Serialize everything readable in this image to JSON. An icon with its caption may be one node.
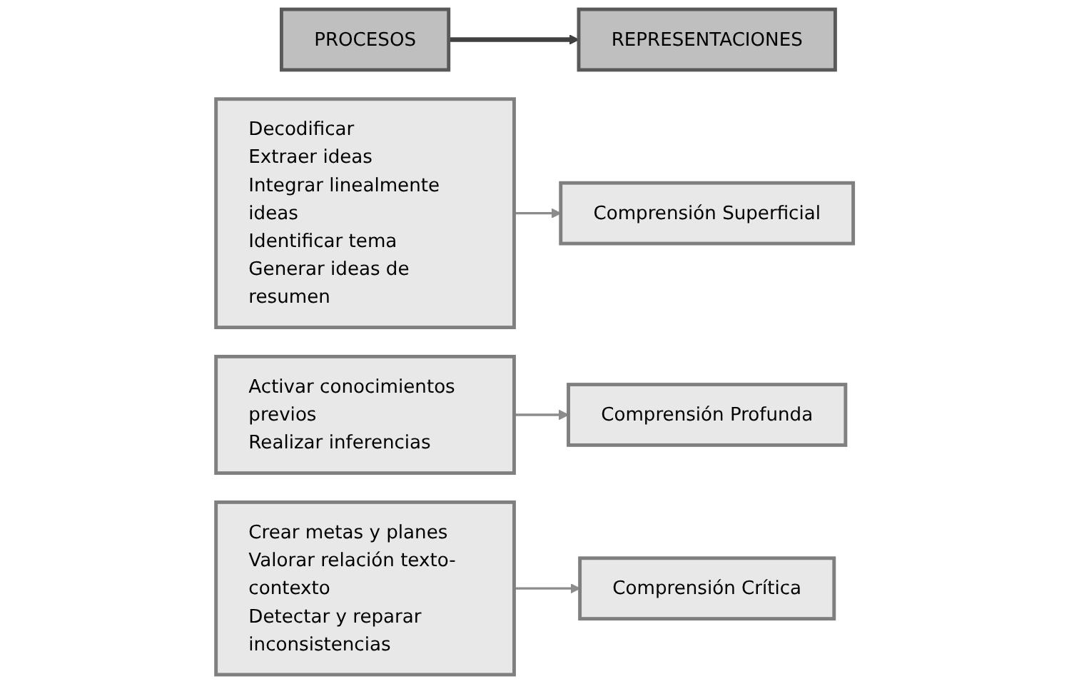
{
  "diagram": {
    "nodes": [
      {
        "text": [
          "PROCESOS"
        ]
      },
      {
        "text": [
          "REPRESENTACIONES"
        ]
      },
      {
        "text": [
          "Decodificar",
          "Extraer ideas",
          "Integrar linealmente ideas",
          "Identificar tema",
          "Generar ideas de resumen"
        ]
      },
      {
        "text": [
          "Comprensión Superficial"
        ]
      },
      {
        "text": [
          "Activar conocimientos previos",
          "Realizar inferencias"
        ]
      },
      {
        "text": [
          "Comprensión Profunda"
        ]
      },
      {
        "text": [
          "Crear metas y planes",
          "Valorar relación texto-contexto",
          "Detectar y reparar inconsistencias"
        ]
      },
      {
        "text": [
          "Comprensión Crítica"
        ]
      }
    ],
    "edges": [
      {
        "from": 0,
        "to": 1,
        "arrow": "to",
        "style": "thick",
        "color": "#404040"
      },
      {
        "from": 2,
        "to": 3,
        "arrow": "to"
      },
      {
        "from": 4,
        "to": 5,
        "arrow": "to"
      },
      {
        "from": 6,
        "to": 7,
        "arrow": "to"
      }
    ]
  }
}
